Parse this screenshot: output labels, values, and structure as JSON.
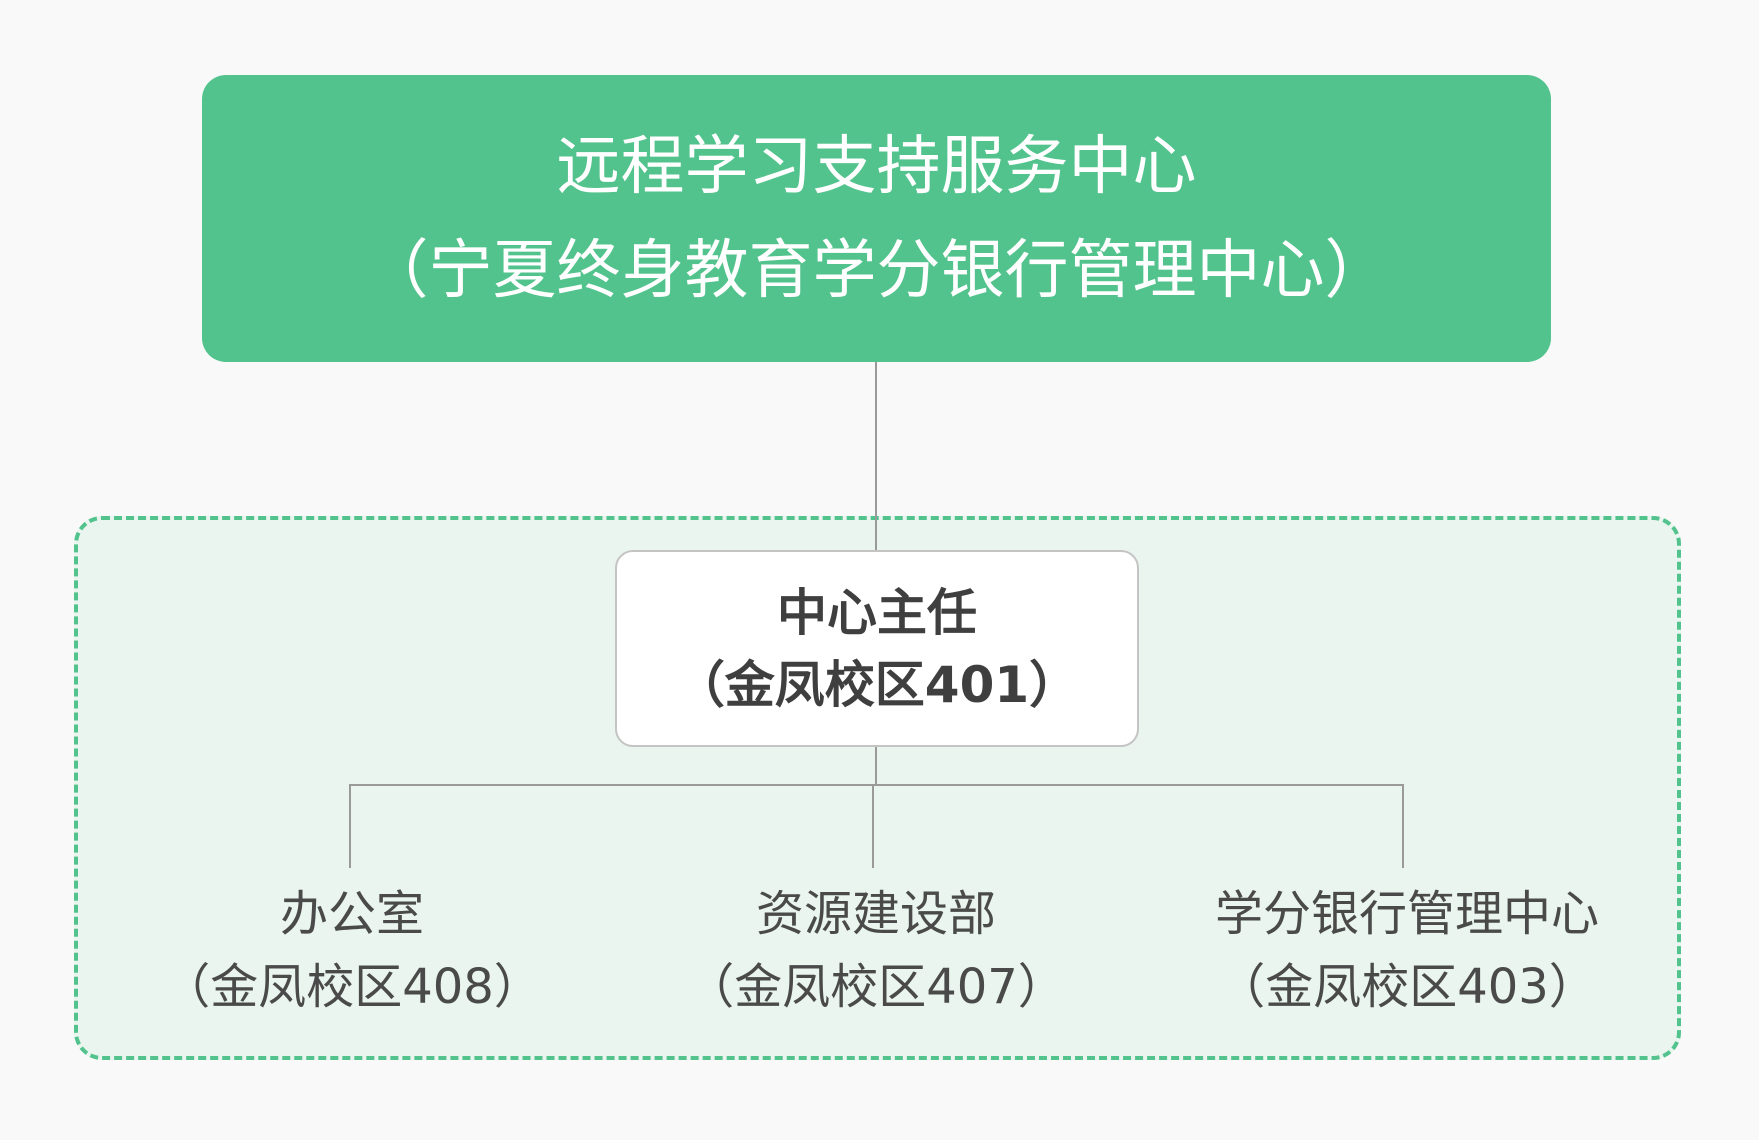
{
  "root": {
    "line1": "远程学习支持服务中心",
    "line2": "（宁夏终身教育学分银行管理中心）"
  },
  "director": {
    "line1": "中心主任",
    "line2": "（金凤校区401）"
  },
  "children": [
    {
      "line1": "办公室",
      "line2": "（金凤校区408）"
    },
    {
      "line1": "资源建设部",
      "line2": "（金凤校区407）"
    },
    {
      "line1": "学分银行管理中心",
      "line2": "（金凤校区403）"
    }
  ],
  "colors": {
    "primary": "#52c38c",
    "group_bg": "#e9f5ee",
    "connector": "#9a9a9a"
  }
}
